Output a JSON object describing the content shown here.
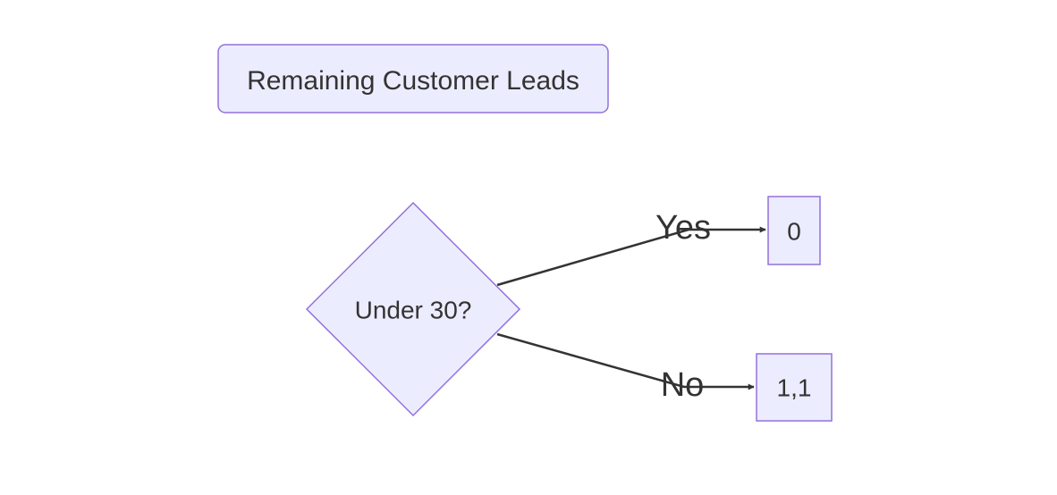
{
  "colors": {
    "node_fill": "#ececff",
    "node_stroke": "#9370db",
    "edge": "#333333",
    "text": "#333333"
  },
  "nodes": {
    "title": {
      "label": "Remaining Customer Leads"
    },
    "decision": {
      "label": "Under 30?",
      "shape": "diamond"
    },
    "yes_result": {
      "label": "0"
    },
    "no_result": {
      "label": "1,1"
    }
  },
  "edges": {
    "yes": {
      "from": "decision",
      "to": "yes_result",
      "label": "Yes"
    },
    "no": {
      "from": "decision",
      "to": "no_result",
      "label": "No"
    }
  }
}
